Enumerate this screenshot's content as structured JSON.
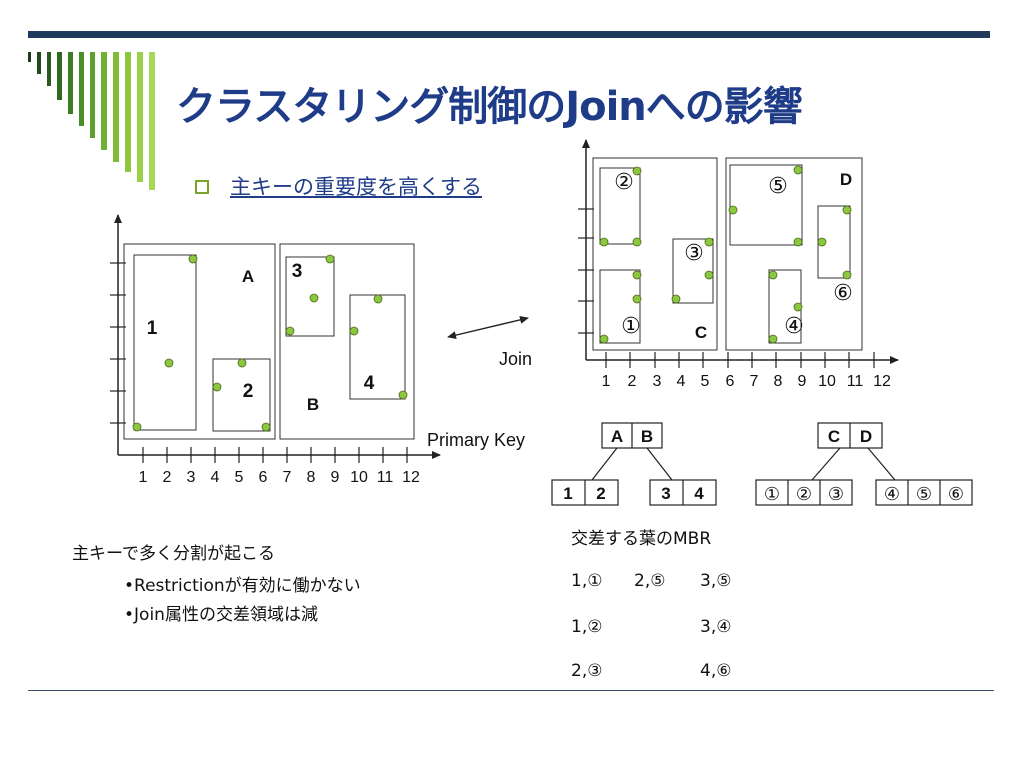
{
  "slide": {
    "title": "クラスタリング制御のJoinへの影響",
    "bullet": "主キーの重要度を高くする"
  },
  "colors": {
    "title": "#1f3c88",
    "accent_green": "#8dc63f",
    "rule_navy": "#1f3a5c",
    "stripe_green": "#2e6b1f"
  },
  "left_plot": {
    "x_ticks": [
      "1",
      "2",
      "3",
      "4",
      "5",
      "6",
      "7",
      "8",
      "9",
      "10",
      "11",
      "12"
    ],
    "axis_label": "Primary Key",
    "region_labels": {
      "a": "A",
      "b": "B"
    },
    "box_labels": [
      "1",
      "2",
      "3",
      "4"
    ]
  },
  "join_label": "Join",
  "right_plot": {
    "x_ticks": [
      "1",
      "2",
      "3",
      "4",
      "5",
      "6",
      "7",
      "8",
      "9",
      "10",
      "11",
      "12"
    ],
    "region_labels": {
      "c": "C",
      "d": "D"
    },
    "box_labels": [
      "①",
      "②",
      "③",
      "④",
      "⑤",
      "⑥"
    ]
  },
  "trees": {
    "left": {
      "root": [
        "A",
        "B"
      ],
      "leaf1": [
        "1",
        "2"
      ],
      "leaf2": [
        "3",
        "4"
      ]
    },
    "right": {
      "root": [
        "C",
        "D"
      ],
      "leaf1": [
        "①",
        "②",
        "③"
      ],
      "leaf2": [
        "④",
        "⑤",
        "⑥"
      ]
    }
  },
  "notes_left": {
    "line1": "主キーで多く分割が起こる",
    "line2": "•Restrictionが有効に働かない",
    "line3": "•Join属性の交差領域は減"
  },
  "notes_right": {
    "heading": "交差する葉のMBR",
    "row1": [
      "1,①",
      "2,⑤",
      "3,⑤"
    ],
    "row2": [
      "1,②",
      "",
      "3,④"
    ],
    "row3": [
      "2,③",
      "",
      "4,⑥"
    ]
  }
}
